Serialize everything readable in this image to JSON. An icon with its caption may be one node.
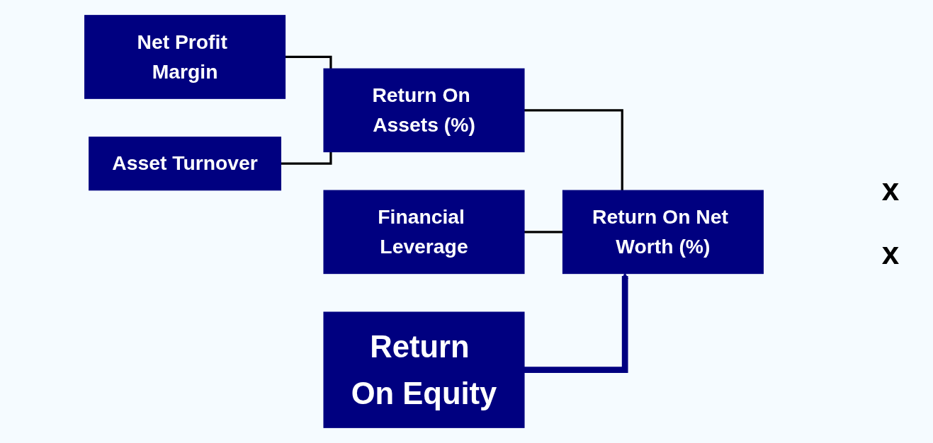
{
  "diagram": {
    "nodes": [
      {
        "text": [
          "Net Profit Margin"
        ]
      },
      {
        "text": [
          "Asset Turnover"
        ]
      },
      {
        "text": [
          "Return On Assets (%)"
        ]
      },
      {
        "text": [
          "Financial Leverage"
        ]
      },
      {
        "text": [
          "Return On Net Worth (%)"
        ]
      },
      {
        "text": [
          "Return On Equity"
        ]
      }
    ],
    "edges": [
      {
        "from": 0,
        "to": 2,
        "arrow": "none"
      },
      {
        "from": 1,
        "to": 2,
        "arrow": "none"
      },
      {
        "from": 2,
        "to": 4,
        "arrow": "none"
      },
      {
        "from": 3,
        "to": 4,
        "arrow": "none"
      },
      {
        "from": 5,
        "to": 4,
        "arrow": "to",
        "style": "thick",
        "color": "#000080"
      }
    ],
    "labels": [
      "x",
      "x"
    ]
  }
}
